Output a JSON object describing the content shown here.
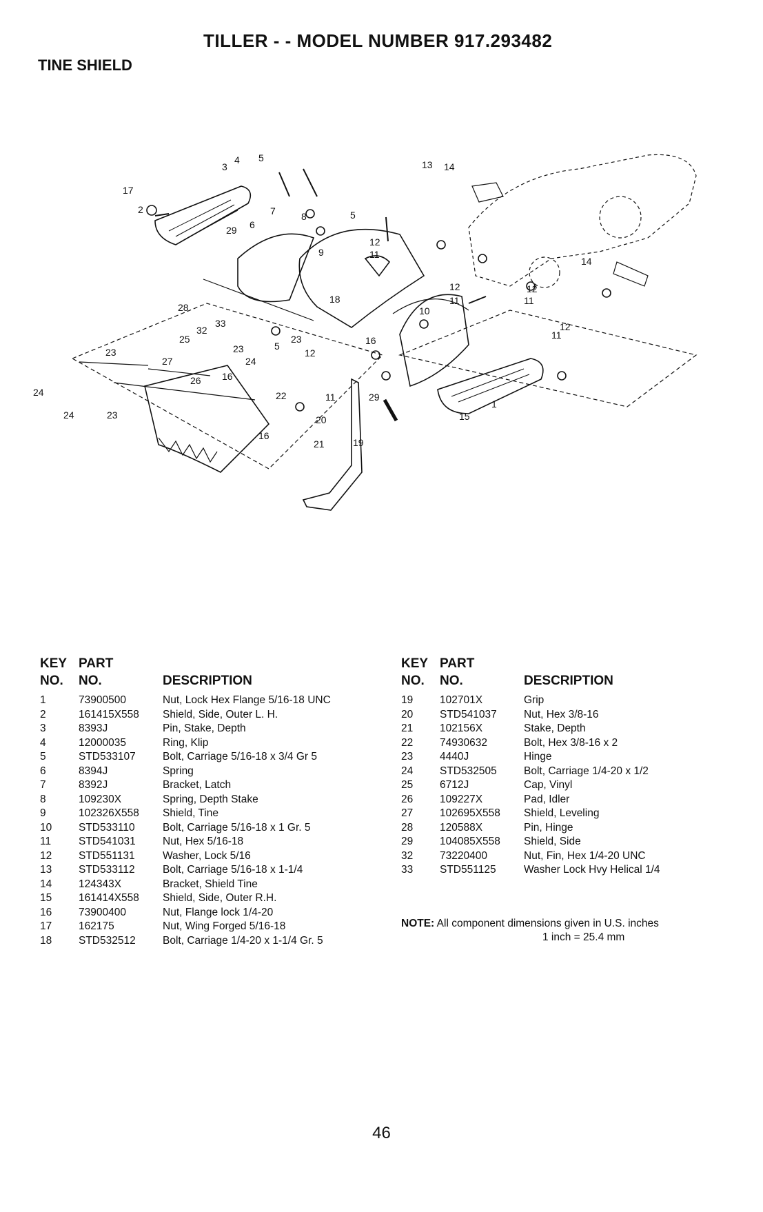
{
  "header": {
    "title": "TILLER - - MODEL NUMBER 917.293482",
    "subtitle": "TINE SHIELD"
  },
  "diagram": {
    "callouts": [
      "17",
      "2",
      "3",
      "4",
      "5",
      "29",
      "6",
      "7",
      "8",
      "5",
      "9",
      "18",
      "28",
      "32",
      "33",
      "25",
      "23",
      "5",
      "23",
      "24",
      "12",
      "23",
      "27",
      "26",
      "16",
      "22",
      "24",
      "24",
      "23",
      "16",
      "11",
      "20",
      "21",
      "19",
      "13",
      "14",
      "12",
      "11",
      "12",
      "11",
      "10",
      "16",
      "12",
      "11",
      "11",
      "12",
      "14",
      "29",
      "15",
      "1"
    ]
  },
  "parts_table": {
    "headers": {
      "key": "KEY",
      "no1": "NO.",
      "part": "PART",
      "no2": "NO.",
      "description": "DESCRIPTION"
    },
    "left": [
      {
        "key": "1",
        "part": "73900500",
        "desc": "Nut, Lock Hex Flange 5/16-18 UNC"
      },
      {
        "key": "2",
        "part": "161415X558",
        "desc": "Shield, Side, Outer L. H."
      },
      {
        "key": "3",
        "part": "8393J",
        "desc": "Pin, Stake, Depth"
      },
      {
        "key": "4",
        "part": "12000035",
        "desc": "Ring, Klip"
      },
      {
        "key": "5",
        "part": "STD533107",
        "desc": "Bolt, Carriage 5/16-18 x 3/4 Gr 5"
      },
      {
        "key": "6",
        "part": "8394J",
        "desc": "Spring"
      },
      {
        "key": "7",
        "part": "8392J",
        "desc": "Bracket, Latch"
      },
      {
        "key": "8",
        "part": "109230X",
        "desc": "Spring, Depth Stake"
      },
      {
        "key": "9",
        "part": "102326X558",
        "desc": "Shield, Tine"
      },
      {
        "key": "10",
        "part": "STD533110",
        "desc": "Bolt, Carriage 5/16-18 x 1 Gr. 5"
      },
      {
        "key": "11",
        "part": "STD541031",
        "desc": "Nut, Hex 5/16-18"
      },
      {
        "key": "12",
        "part": "STD551131",
        "desc": "Washer, Lock 5/16"
      },
      {
        "key": "13",
        "part": "STD533112",
        "desc": "Bolt, Carriage 5/16-18 x 1-1/4"
      },
      {
        "key": "14",
        "part": "124343X",
        "desc": "Bracket, Shield Tine"
      },
      {
        "key": "15",
        "part": "161414X558",
        "desc": "Shield, Side, Outer R.H."
      },
      {
        "key": "16",
        "part": "73900400",
        "desc": "Nut, Flange lock 1/4-20"
      },
      {
        "key": "17",
        "part": "162175",
        "desc": "Nut, Wing Forged 5/16-18"
      },
      {
        "key": "18",
        "part": "STD532512",
        "desc": "Bolt, Carriage 1/4-20 x 1-1/4 Gr. 5"
      }
    ],
    "right": [
      {
        "key": "19",
        "part": "102701X",
        "desc": "Grip"
      },
      {
        "key": "20",
        "part": "STD541037",
        "desc": "Nut, Hex 3/8-16"
      },
      {
        "key": "21",
        "part": "102156X",
        "desc": "Stake, Depth"
      },
      {
        "key": "22",
        "part": "74930632",
        "desc": "Bolt, Hex 3/8-16 x 2"
      },
      {
        "key": "23",
        "part": "4440J",
        "desc": "Hinge"
      },
      {
        "key": "24",
        "part": "STD532505",
        "desc": "Bolt, Carriage 1/4-20 x 1/2"
      },
      {
        "key": "25",
        "part": "6712J",
        "desc": "Cap, Vinyl"
      },
      {
        "key": "26",
        "part": "109227X",
        "desc": "Pad, Idler"
      },
      {
        "key": "27",
        "part": "102695X558",
        "desc": "Shield, Leveling"
      },
      {
        "key": "28",
        "part": "120588X",
        "desc": "Pin, Hinge"
      },
      {
        "key": "29",
        "part": "104085X558",
        "desc": "Shield, Side"
      },
      {
        "key": "32",
        "part": "73220400",
        "desc": "Nut, Fin, Hex 1/4-20 UNC"
      },
      {
        "key": "33",
        "part": "STD551125",
        "desc": "Washer Lock Hvy Helical 1/4"
      }
    ]
  },
  "note": {
    "label": "NOTE:",
    "text": "All component dimensions given in U.S. inches",
    "conversion": "1 inch = 25.4 mm"
  },
  "page_number": "46"
}
